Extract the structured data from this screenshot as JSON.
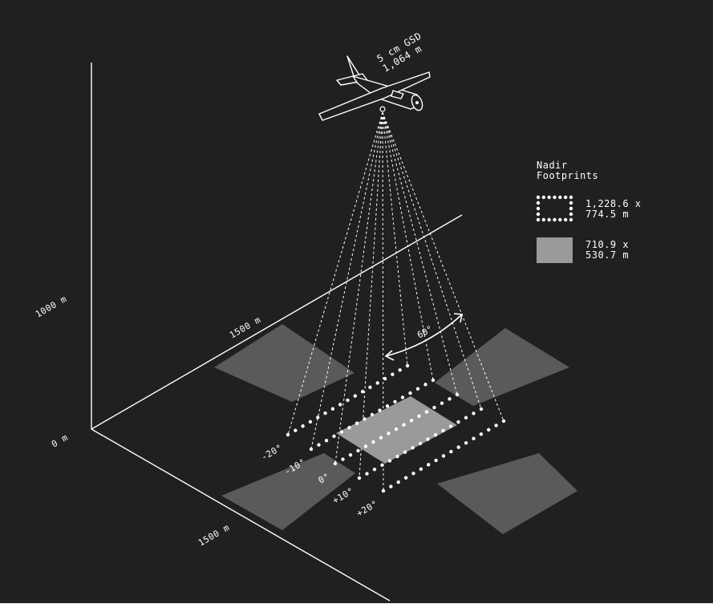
{
  "colors": {
    "background": "#202020",
    "line": "#ffffff",
    "footprint_fill": "#5a5a5a",
    "nadir_fill": "#9a9a9a"
  },
  "aircraft": {
    "gsd_label": "5 cm GSD",
    "altitude_label": "1,064 m",
    "icon": "airplane-icon"
  },
  "axes": {
    "vertical_top_label": "1000 m",
    "vertical_bottom_label": "0 m",
    "depth_label": "1500 m",
    "width_label": "1500 m"
  },
  "swath_angle_label": "60°",
  "tilt_angles": [
    "-20°",
    "-10°",
    "0°",
    "+10°",
    "+20°"
  ],
  "legend": {
    "title_line1": "Nadir",
    "title_line2": "Footprints",
    "dotted": {
      "line1": "1,228.6 x",
      "line2": "774.5 m"
    },
    "filled": {
      "line1": "710.9 x",
      "line2": "530.7 m"
    }
  }
}
